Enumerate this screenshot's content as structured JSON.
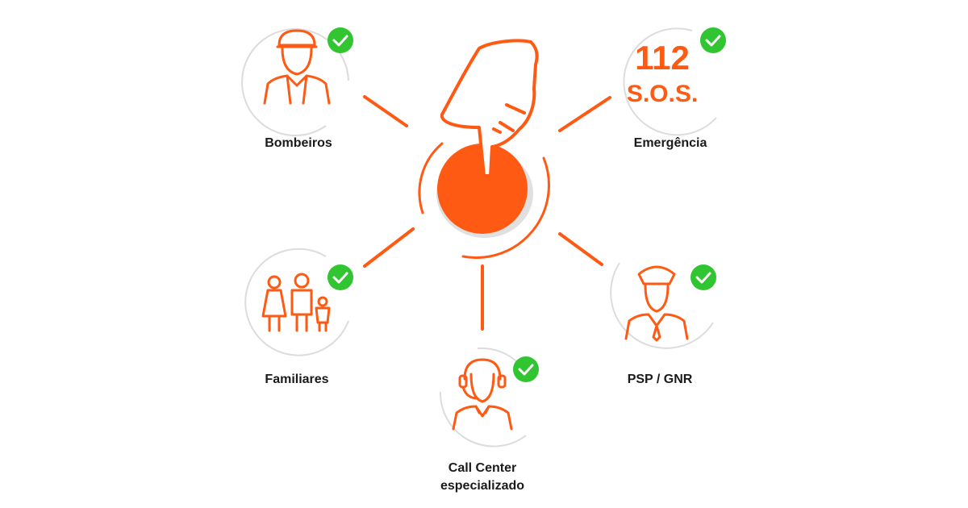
{
  "colors": {
    "accent": "#ff5a14",
    "check": "#31c532",
    "ring": "#dcdcdc",
    "text": "#1a1a1a"
  },
  "center": {
    "icon": "hand-pressing-button-icon"
  },
  "nodes": [
    {
      "id": "bombeiros",
      "label": "Bombeiros",
      "icon": "firefighter-icon",
      "checked": true
    },
    {
      "id": "emergencia",
      "label": "Emergência",
      "icon": "sos-112-icon",
      "number_text": "112",
      "sos_text": "S.O.S.",
      "checked": true
    },
    {
      "id": "familiares",
      "label": "Familiares",
      "icon": "family-icon",
      "checked": true
    },
    {
      "id": "psp-gnr",
      "label": "PSP / GNR",
      "icon": "police-officer-icon",
      "checked": true
    },
    {
      "id": "call-center",
      "label_line1": "Call Center",
      "label_line2": "especializado",
      "icon": "headset-operator-icon",
      "checked": true
    }
  ]
}
